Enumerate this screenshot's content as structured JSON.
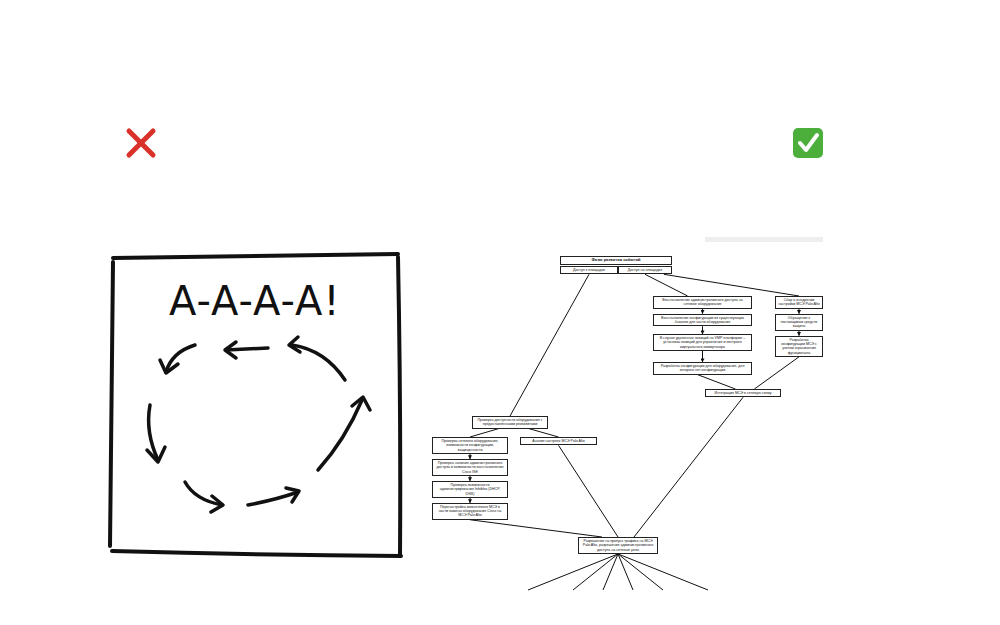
{
  "diagram": {
    "nodes": [
      {
        "text": [
          "Фазы развития событий"
        ]
      },
      {
        "text": [
          "Доступ к площадке"
        ]
      },
      {
        "text": [
          "Доступ на площадке"
        ]
      },
      {
        "text": [
          "Восстановление административного доступа на сетевое оборудование"
        ]
      },
      {
        "text": [
          "Восстановление конфигурации из существующих бэкапов для части оборудования"
        ]
      },
      {
        "text": [
          "В случае удаленных позиций на VMP платформе – установка позиций для управления и контроля виртуального коммутатора"
        ]
      },
      {
        "text": [
          "Разработка конфигурации для оборудования, для которого нет конфигурации"
        ]
      },
      {
        "text": [
          "Сбор о внедрении настройки МСЭ Palo Alto"
        ]
      },
      {
        "text": [
          "Обращение к поставщикам средств защиты"
        ]
      },
      {
        "text": [
          "Разработка конфигурации МСЭ с учетом ограничения функционала"
        ]
      },
      {
        "text": [
          "Интеграция МСЭ в сетевую схему"
        ]
      },
      {
        "text": [
          "Проверка доступности оборудования с предоставленными реквизитами"
        ]
      },
      {
        "text": [
          "Проверка сетевого оборудования, возможности конфигурации, защищенности"
        ]
      },
      {
        "text": [
          "Проверка наличия административного доступа и возможности восстановления Cisco ISE"
        ]
      },
      {
        "text": [
          "Проверка возможности администрирования Infoblox (DHCP, DNS)"
        ]
      },
      {
        "text": [
          "Перенастройка межсетевого МСЭ в части замены оборудования Cisco на МСЭ Palo Alto"
        ]
      },
      {
        "text": [
          "Анализ настроек МСЭ Palo Alto"
        ]
      },
      {
        "text": [
          "Разрешение на пропуск трафика на МСЭ Palo Alto, разрешение административного доступа на сетевые узлы"
        ]
      }
    ],
    "edges": [
      {
        "from": 1,
        "to": 11,
        "arrow": "none"
      },
      {
        "from": 2,
        "to": 3,
        "arrow": "none"
      },
      {
        "from": 2,
        "to": 7,
        "arrow": "none"
      },
      {
        "from": 3,
        "to": 4,
        "arrow": "to"
      },
      {
        "from": 4,
        "to": 5,
        "arrow": "to"
      },
      {
        "from": 5,
        "to": 6,
        "arrow": "to"
      },
      {
        "from": 7,
        "to": 8,
        "arrow": "to"
      },
      {
        "from": 8,
        "to": 9,
        "arrow": "to"
      },
      {
        "from": 6,
        "to": 10,
        "arrow": "none"
      },
      {
        "from": 9,
        "to": 10,
        "arrow": "none"
      },
      {
        "from": 11,
        "to": 12,
        "arrow": "none"
      },
      {
        "from": 11,
        "to": 16,
        "arrow": "none"
      },
      {
        "from": 12,
        "to": 13,
        "arrow": "to"
      },
      {
        "from": 13,
        "to": 14,
        "arrow": "to"
      },
      {
        "from": 14,
        "to": 15,
        "arrow": "to"
      },
      {
        "from": 15,
        "to": 17,
        "arrow": "none"
      },
      {
        "from": 16,
        "to": 17,
        "arrow": "none"
      },
      {
        "from": 10,
        "to": 17,
        "arrow": "none"
      }
    ],
    "labels": [
      "A-A-A-A!"
    ]
  }
}
